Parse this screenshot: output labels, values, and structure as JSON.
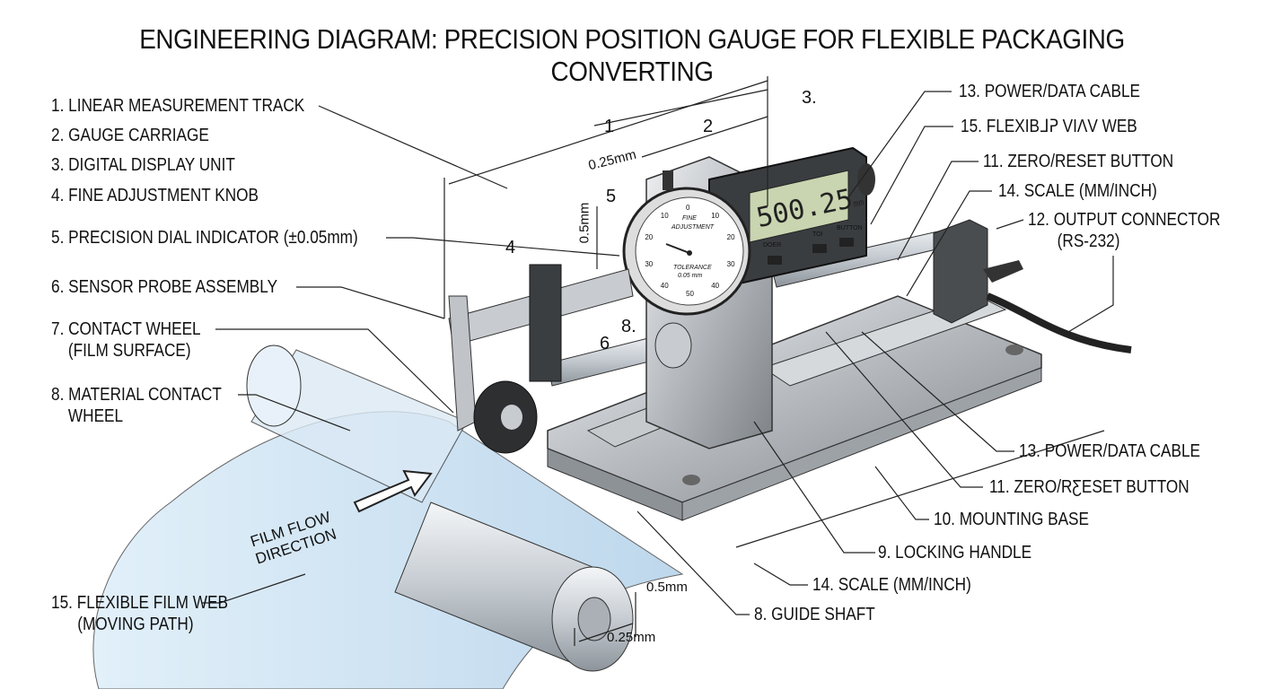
{
  "title": "ENGINEERING DIAGRAM: PRECISION POSITION GAUGE FOR FLEXIBLE PACKAGING CONVERTING",
  "left_labels": [
    {
      "text": "1. LINEAR MEASUREMENT TRACK"
    },
    {
      "text": "2. GAUGE CARRIAGE"
    },
    {
      "text": "3. DIGITAL DISPLAY UNIT"
    },
    {
      "text": "4. FINE ADJUSTMENT KNOB"
    },
    {
      "text": "5. PRECISION DIAL INDICATOR (±0.05mm)"
    },
    {
      "text": "6. SENSOR PROBE ASSEMBLY"
    },
    {
      "text": "7. CONTACT WHEEL",
      "line2": "(FILM SURFACE)"
    },
    {
      "text": "8. MATERIAL CONTACT",
      "line2": "WHEEL"
    },
    {
      "text": "15. FLEXIBLE FILM WEB",
      "line2": "(MOVING PATH)"
    }
  ],
  "right_labels": [
    {
      "text": "13. POWER/DATA CABLE"
    },
    {
      "text": "15. FLEXIBᒧᕈ VΙΛV WEB"
    },
    {
      "text": "11. ZERO/RESET BUTTON"
    },
    {
      "text": "14. SCALE (MM/INCH)"
    },
    {
      "text": "12. OUTPUT CONNECTOR",
      "line2": "(RS-232)"
    },
    {
      "text": "13. POWER/DATA CABLE"
    },
    {
      "text": "11. ZERO/RƸESET BUTTON"
    },
    {
      "text": "10. MOUNTING BASE"
    },
    {
      "text": "9. LOCKING HANDLE"
    },
    {
      "text": "14. SCALE (MM/INCH)"
    },
    {
      "text": "8. GUIDE SHAFT"
    }
  ],
  "annotations": {
    "callout_3": "3.",
    "dim_1": "1",
    "dim_2": "2",
    "dim_025_top": "0.25mm",
    "callout_5": "5",
    "dim_05_vertical": "0.5mm",
    "callout_4": "4",
    "callout_8": "8.",
    "callout_6": "6",
    "dim_05_bottom": "0.5mm",
    "dim_025_bottom": "0.25mm",
    "film_flow_1": "FILM FLOW",
    "film_flow_2": "DIRECTION"
  },
  "display": {
    "reading": "500.25",
    "unit": "mm",
    "buttons": [
      "DOER",
      "TOI",
      "BUTTON"
    ]
  },
  "dial": {
    "ticks": [
      "0",
      "10",
      "20",
      "30",
      "40",
      "50",
      "40",
      "30",
      "20",
      "10"
    ],
    "text1": "FINE",
    "text2": "ADJUSTMENT",
    "text3": "TOLERANCE",
    "text4": "0.05 mm"
  },
  "colors": {
    "lcd": "#c9d4b0",
    "film": "#bcd9f0",
    "metal": "#b9bcc0",
    "dark": "#333"
  }
}
